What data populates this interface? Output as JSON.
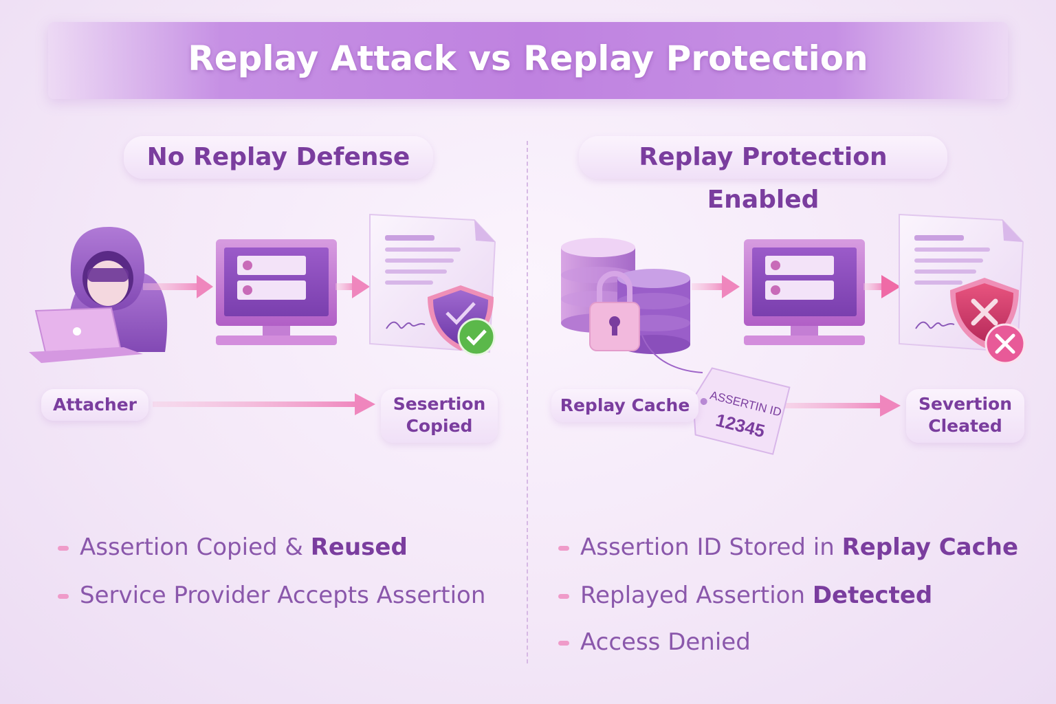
{
  "title": "Replay Attack vs Replay Protection",
  "left": {
    "heading": "No Replay Defense",
    "actor_label": "Attacher",
    "result_label_line1": "Sesertion",
    "result_label_line2": "Copied",
    "bullets": [
      {
        "text": "Assertion Copied & ",
        "strong": "Reused"
      },
      {
        "text": "Service Provider Accepts Assertion",
        "strong": ""
      }
    ]
  },
  "right": {
    "heading": "Replay Protection Enabled",
    "cache_label": "Replay Cache",
    "tag_line1": "ASSERTIN ID",
    "tag_line2": "12345",
    "result_label_line1": "Severtion",
    "result_label_line2": "Cleated",
    "bullets": [
      {
        "text": "Assertion ID Stored in ",
        "strong": "Replay Cache"
      },
      {
        "text": "Replayed Assertion ",
        "strong": "Detected"
      },
      {
        "text": "Access Denied",
        "strong": ""
      }
    ]
  },
  "colors": {
    "purple": "#8e5bbf",
    "pink": "#f08fc2",
    "success": "#5bb84a",
    "danger": "#e0457a"
  },
  "icons": [
    "hooded-attacker-icon",
    "laptop-icon",
    "monitor-login-form-icon",
    "document-icon",
    "shield-check-icon",
    "database-icon",
    "padlock-icon",
    "id-tag-icon",
    "shield-x-icon"
  ]
}
